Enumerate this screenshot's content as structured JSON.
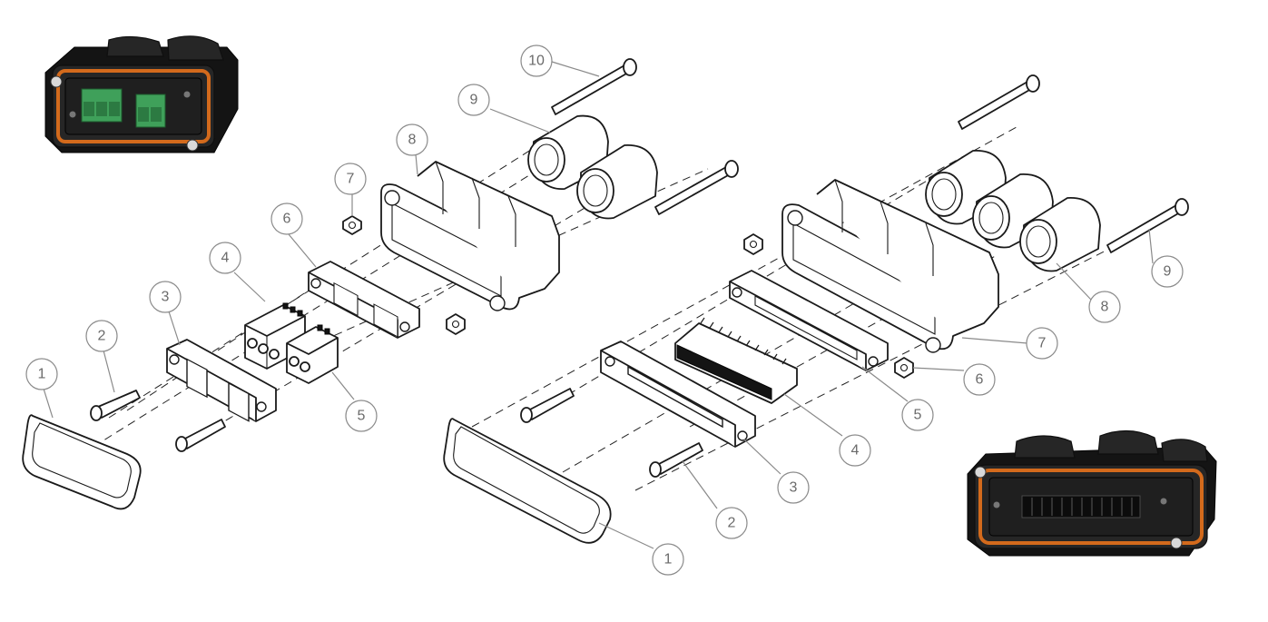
{
  "balloons": [
    {
      "id": "left-1",
      "text": "1"
    },
    {
      "id": "left-2",
      "text": "2"
    },
    {
      "id": "left-3",
      "text": "3"
    },
    {
      "id": "left-4",
      "text": "4"
    },
    {
      "id": "left-5",
      "text": "5"
    },
    {
      "id": "left-6",
      "text": "6"
    },
    {
      "id": "left-7",
      "text": "7"
    },
    {
      "id": "left-8",
      "text": "8"
    },
    {
      "id": "left-9",
      "text": "9"
    },
    {
      "id": "left-10",
      "text": "10"
    },
    {
      "id": "right-1",
      "text": "1"
    },
    {
      "id": "right-2",
      "text": "2"
    },
    {
      "id": "right-3",
      "text": "3"
    },
    {
      "id": "right-4",
      "text": "4"
    },
    {
      "id": "right-5",
      "text": "5"
    },
    {
      "id": "right-6",
      "text": "6"
    },
    {
      "id": "right-7",
      "text": "7"
    },
    {
      "id": "right-8",
      "text": "8"
    },
    {
      "id": "right-9",
      "text": "9"
    }
  ],
  "colors": {
    "gasket": "#d36a1c",
    "terminal_green": "#3fa05a",
    "housing_black": "#1c1c1c",
    "balloon_gray": "#8a8a8a"
  }
}
